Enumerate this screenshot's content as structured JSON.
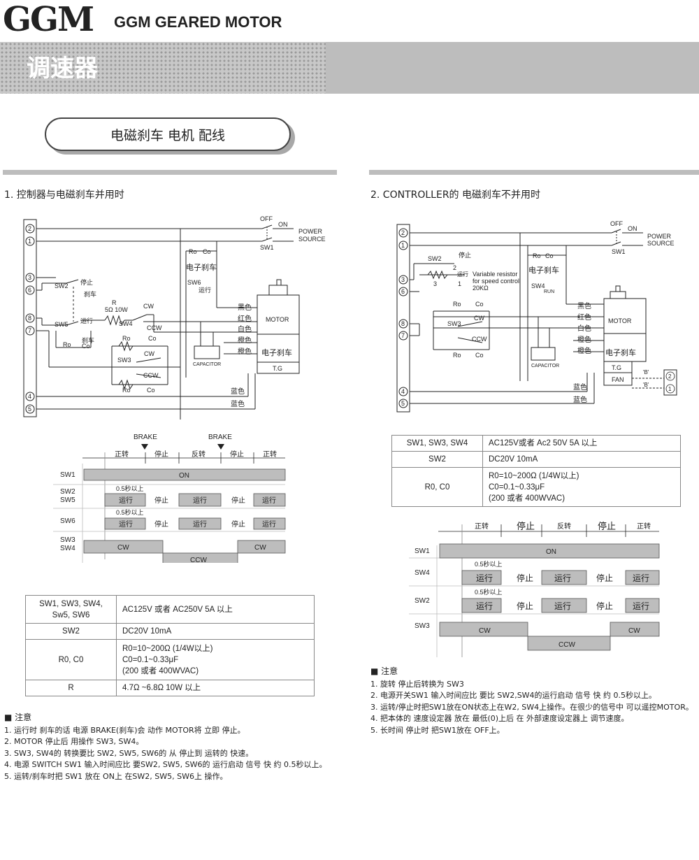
{
  "header": {
    "logo": "GGM",
    "brand": "GGM GEARED MOTOR",
    "title": "调速器",
    "subtitle": "电磁刹车 电机 配线"
  },
  "left": {
    "heading": "1. 控制器与电磁刹车并用时",
    "diagram": {
      "terminals": [
        "2",
        "1",
        "3",
        "6",
        "8",
        "7",
        "4",
        "5"
      ],
      "switch_off": "OFF",
      "switch_on": "ON",
      "power_source": "POWER\nSOURCE",
      "sw1": "SW1",
      "sw2": "SW2",
      "sw2_stop": "停止",
      "sw2_brake": "刹车",
      "sw5": "SW5",
      "sw5_run": "运行",
      "sw5_brake": "刹车",
      "r_label": "R",
      "r_value": "5Ω 10W",
      "sw4": "SW4",
      "sw3": "SW3",
      "cw": "CW",
      "ccw": "CCW",
      "ro": "Ro",
      "co": "Co",
      "e_brake": "电子刹车",
      "sw6": "SW6",
      "sw6_run": "运行",
      "capacitor": "CAPACITOR",
      "motor": "MOTOR",
      "e_brake_box": "电子刹车",
      "tg": "T.G",
      "wires": [
        "黑色",
        "红色",
        "白色",
        "橙色",
        "橙色",
        "蓝色",
        "蓝色"
      ]
    },
    "timing": {
      "brake1": "BRAKE",
      "brake2": "BRAKE",
      "phases": [
        "正转",
        "停止",
        "反转",
        "停止",
        "正转"
      ],
      "rows": [
        "SW1",
        "SW2\nSW5",
        "SW6",
        "SW3\nSW4"
      ],
      "sw1_on": "ON",
      "delay": "0.5秒以上",
      "run": "运行",
      "stop": "停止",
      "cw": "CW",
      "ccw": "CCW"
    },
    "spec_table": [
      [
        "SW1, SW3, SW4,\nSw5, SW6",
        "AC125V 或者 AC250V 5A 以上"
      ],
      [
        "SW2",
        "DC20V 10mA"
      ],
      [
        "R0, C0",
        "R0=10~200Ω (1/4W以上)\nC0=0.1~0.33μF\n(200 或者 400WVAC)"
      ],
      [
        "R",
        "4.7Ω ~6.8Ω 10W 以上"
      ]
    ],
    "notes_title": "注意",
    "notes": [
      "1. 运行时 刹车的话 电源 BRAKE(刹车)会 动作 MOTOR将 立即 停止。",
      "2. MOTOR 停止后 用操作 SW3, SW4。",
      "3. SW3, SW4的 转换要比 SW2, SW5, SW6的 从 停止到 运转的 快速。",
      "4. 电源 SWITCH SW1 输入时间应比 要SW2, SW5, SW6的 运行启动 信号 快 约 0.5秒以上。",
      "5. 运转/刹车时把 SW1 放在 ON上 在SW2, SW5, SW6上 操作。"
    ]
  },
  "right": {
    "heading": "2. CONTROLLER的 电磁刹车不并用时",
    "diagram": {
      "terminals": [
        "2",
        "1",
        "3",
        "6",
        "8",
        "7",
        "4",
        "5"
      ],
      "switch_off": "OFF",
      "switch_on": "ON",
      "power_source": "POWER\nSOURCE",
      "sw1": "SW1",
      "sw2": "SW2",
      "sw2_stop": "停止",
      "sw2_run": "运行",
      "vr_note": "Variable resistor\nfor speed control\n20KΩ",
      "vr_pins": [
        "2",
        "3",
        "1"
      ],
      "sw3": "SW3",
      "cw": "CW",
      "ccw": "CCW",
      "ro": "Ro",
      "co": "Co",
      "e_brake": "电子刹车",
      "sw4": "SW4",
      "sw4_run": "RUN",
      "capacitor": "CAPACITOR",
      "motor": "MOTOR",
      "e_brake_box": "电子刹车",
      "tg": "T.G",
      "fan": "FAN",
      "b_label": "'B'",
      "fan_terms": [
        "2",
        "1"
      ],
      "wires": [
        "黑色",
        "红色",
        "白色",
        "橙色",
        "橙色",
        "蓝色",
        "蓝色"
      ]
    },
    "spec_table": [
      [
        "SW1, SW3, SW4",
        "AC125V或者 Ac2 50V 5A 以上"
      ],
      [
        "SW2",
        "DC20V 10mA"
      ],
      [
        "R0, C0",
        "R0=10~200Ω (1/4W以上)\nC0=0.1~0.33μF\n(200 或者 400WVAC)"
      ]
    ],
    "timing": {
      "phases": [
        "正转",
        "停止",
        "反转",
        "停止",
        "正转"
      ],
      "rows": [
        "SW1",
        "SW4",
        "SW2",
        "SW3"
      ],
      "sw1_on": "ON",
      "delay": "0.5秒以上",
      "run": "运行",
      "stop": "停止",
      "cw": "CW",
      "ccw": "CCW"
    },
    "notes_title": "注意",
    "notes": [
      "1. 旋转 停止后转换为 SW3",
      "2. 电源开关SW1 输入时间应比 要比 SW2,SW4的运行启动 信号 快 约 0.5秒以上。",
      "3. 运转/停止时把SW1放在ON状态上在W2, SW4上操作。在很少的信号中 可以遥控MOTOR。",
      "4. 把本体的 速度设定器 放在 最低(0)上后 在 外部速度设定器上 调节速度。",
      "5. 长时间 停止时 把SW1放在 OFF上。"
    ]
  }
}
